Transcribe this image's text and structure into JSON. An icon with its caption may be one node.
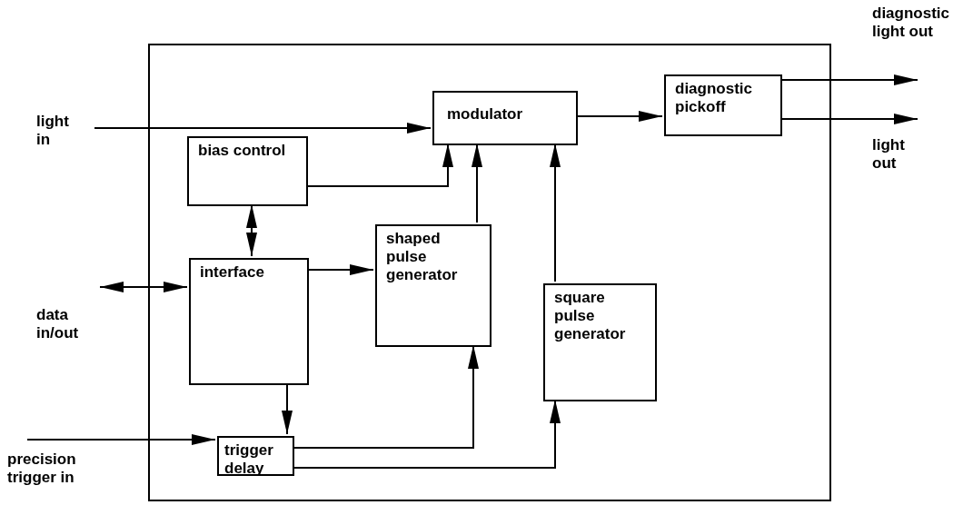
{
  "diagram": {
    "nodes": [
      {
        "text": [],
        "shape": "box"
      },
      {
        "text": [
          "modulator"
        ],
        "in": 0
      },
      {
        "text": [
          "diagnostic pickoff"
        ],
        "in": 0
      },
      {
        "text": [
          "bias control"
        ],
        "in": 0
      },
      {
        "text": [
          "shaped pulse generator"
        ],
        "in": 0
      },
      {
        "text": [
          "interface"
        ],
        "in": 0
      },
      {
        "text": [
          "square pulse generator"
        ],
        "in": 0
      },
      {
        "text": [
          "trigger delay"
        ],
        "in": 0
      }
    ],
    "edges": [
      {
        "from": null,
        "to": 1,
        "arrow": "to"
      },
      {
        "from": 1,
        "to": 2,
        "arrow": "to"
      },
      {
        "from": 2,
        "to": null,
        "arrow": "to"
      },
      {
        "from": 2,
        "to": null,
        "arrow": "to"
      },
      {
        "from": 3,
        "to": 1,
        "arrow": "to"
      },
      {
        "from": 3,
        "to": 5,
        "arrow": "both"
      },
      {
        "from": 5,
        "to": 4,
        "arrow": "to"
      },
      {
        "from": 4,
        "to": 1,
        "arrow": "to"
      },
      {
        "from": 6,
        "to": 1,
        "arrow": "to"
      },
      {
        "from": null,
        "to": 5,
        "arrow": "both"
      },
      {
        "from": 5,
        "to": 7,
        "arrow": "to"
      },
      {
        "from": null,
        "to": 7,
        "arrow": "to"
      },
      {
        "from": 7,
        "to": 4,
        "arrow": "to"
      },
      {
        "from": 7,
        "to": 6,
        "arrow": "to"
      }
    ],
    "labels": [
      "diagnostic light out",
      "light in",
      "light out",
      "data in/out",
      "precision trigger in"
    ]
  }
}
